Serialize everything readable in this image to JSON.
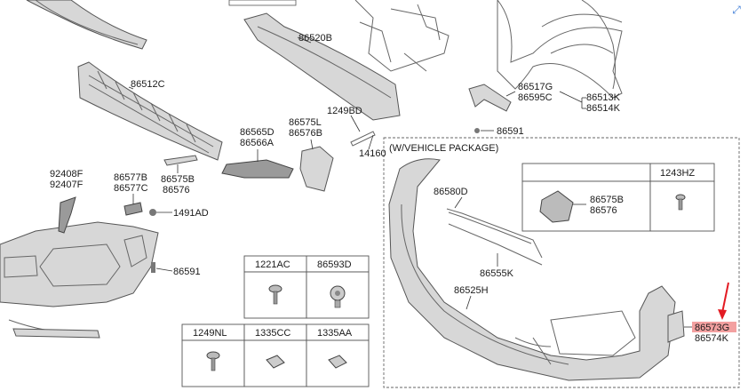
{
  "colors": {
    "highlight": "#f3a0a0",
    "arrow": "#e31b23"
  },
  "labels": {
    "p86520B": "86520B",
    "p86512C": "86512C",
    "p86517G": "86517G",
    "p86595C": "86595C",
    "p86513K": "86513K",
    "p86514K": "86514K",
    "p86591a": "86591",
    "p1249BD": "1249BD",
    "p86575L": "86575L",
    "p86576B": "86576B",
    "p86565D": "86565D",
    "p86566A": "86566A",
    "p14160": "14160",
    "p92408F": "92408F",
    "p92407F": "92407F",
    "p86577B": "86577B",
    "p86577C": "86577C",
    "p86575Ba": "86575B",
    "p86576a": "86576",
    "p1491AD": "1491AD",
    "p86591b": "86591",
    "p86580D": "86580D",
    "p86555K": "86555K",
    "p86525H": "86525H",
    "p86573G": "86573G",
    "p86574K": "86574K"
  },
  "vehicle_package": {
    "title": "(W/VEHICLE PACKAGE)",
    "table_header": "1243HZ",
    "part_a": "86575B",
    "part_b": "86576"
  },
  "fastener_table": {
    "row1": [
      "1221AC",
      "86593D"
    ],
    "row2": [
      "1249NL",
      "1335CC",
      "1335AA"
    ]
  },
  "icons": {
    "corner": "expand-icon"
  }
}
